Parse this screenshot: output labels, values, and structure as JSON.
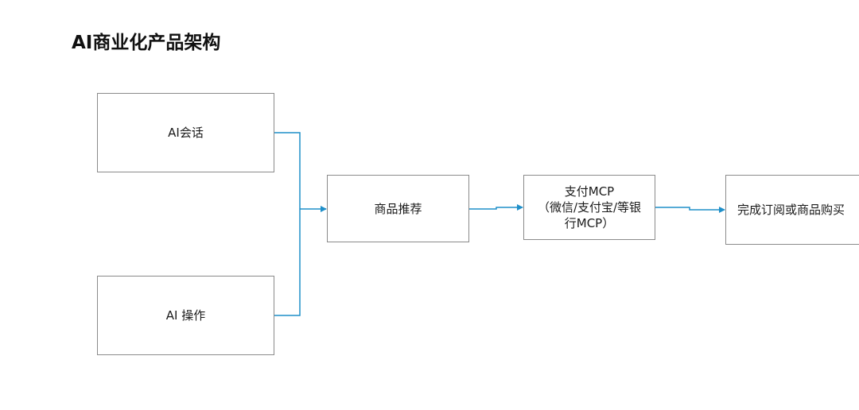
{
  "title": "AI商业化产品架构",
  "nodes": {
    "ai_chat": "AI会话",
    "ai_ops": "AI 操作",
    "product_recommend": "商品推荐",
    "payment_mcp": {
      "line1": "支付MCP",
      "line2": "（微信/支付宝/等银",
      "line3": "行MCP）"
    },
    "complete_purchase": "完成订阅或商品购买"
  },
  "colors": {
    "connector": "#1f8fc9",
    "node_border": "#8a8a8a"
  }
}
